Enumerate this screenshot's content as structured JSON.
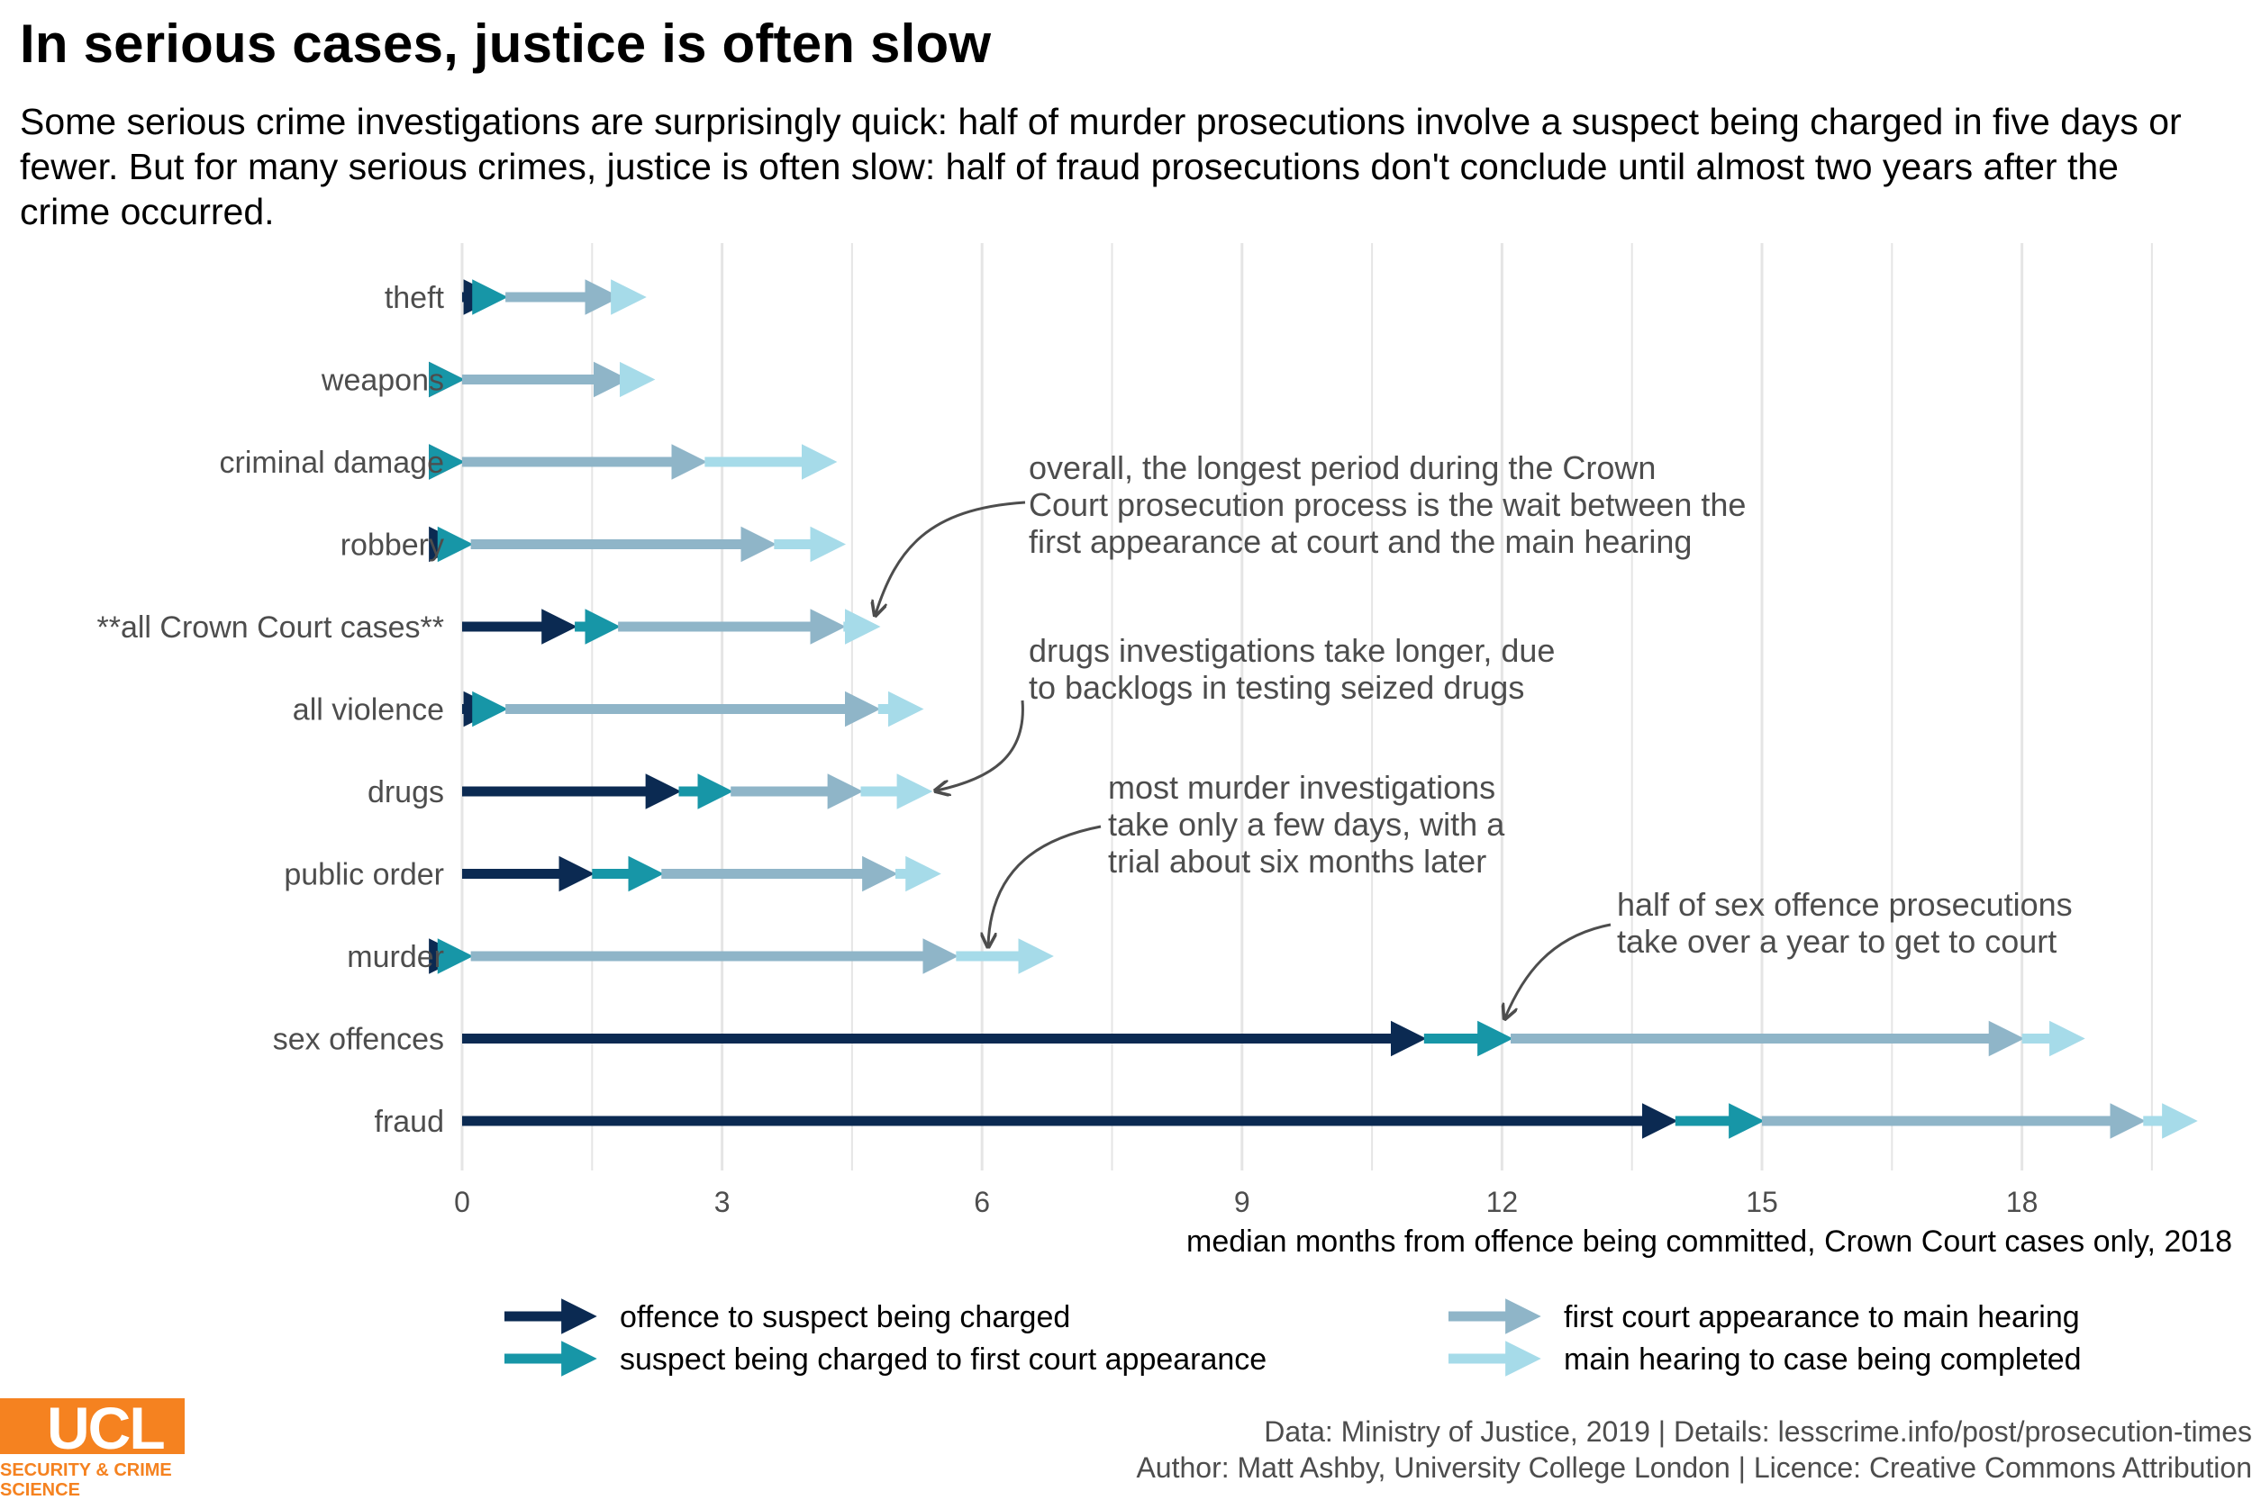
{
  "title": "In serious cases, justice is often slow",
  "subtitle": "Some serious crime investigations are surprisingly quick: half of murder prosecutions involve a suspect being charged in five days or fewer. But for many serious crimes, justice is often slow: half of fraud prosecutions don't conclude until almost two years after the crime occurred.",
  "colors": {
    "offence_to_charge": "#0b2a52",
    "charge_to_first_appearance": "#1796a7",
    "first_appearance_to_main_hearing": "#8fb5c8",
    "main_hearing_to_completion": "#a6dbe9",
    "grid": "#e5e5e5",
    "annotation": "#4d4d4d"
  },
  "chart_data": {
    "type": "arrow-range",
    "xlabel": "median months from offence being committed, Crown Court cases only, 2018",
    "ylabel": "",
    "xlim": [
      0,
      20
    ],
    "xticks": [
      0,
      3,
      6,
      9,
      12,
      15,
      18
    ],
    "grid": "vertical",
    "legend_position": "bottom",
    "stages": [
      "offence to suspect being charged",
      "suspect being charged to first court appearance",
      "first court appearance to main hearing",
      "main hearing to case being completed"
    ],
    "categories": [
      "theft",
      "weapons",
      "criminal damage",
      "robbery",
      "**all Crown Court cases**",
      "all violence",
      "drugs",
      "public order",
      "murder",
      "sex offences",
      "fraud"
    ],
    "cumulative_months": [
      {
        "category": "theft",
        "values": [
          0.4,
          0.5,
          1.8,
          2.1
        ]
      },
      {
        "category": "weapons",
        "values": [
          0.0,
          0.0,
          1.9,
          2.2
        ]
      },
      {
        "category": "criminal damage",
        "values": [
          0.0,
          0.0,
          2.8,
          4.3
        ]
      },
      {
        "category": "robbery",
        "values": [
          0.0,
          0.1,
          3.6,
          4.4
        ]
      },
      {
        "category": "**all Crown Court cases**",
        "values": [
          1.3,
          1.8,
          4.4,
          4.8
        ]
      },
      {
        "category": "all violence",
        "values": [
          0.4,
          0.5,
          4.8,
          5.3
        ]
      },
      {
        "category": "drugs",
        "values": [
          2.5,
          3.1,
          4.6,
          5.4
        ]
      },
      {
        "category": "public order",
        "values": [
          1.5,
          2.3,
          5.0,
          5.5
        ]
      },
      {
        "category": "murder",
        "values": [
          0.0,
          0.1,
          5.7,
          6.8
        ]
      },
      {
        "category": "sex offences",
        "values": [
          11.1,
          12.1,
          18.0,
          18.7
        ]
      },
      {
        "category": "fraud",
        "values": [
          14.0,
          15.0,
          19.4,
          20.0
        ]
      }
    ],
    "annotations": [
      {
        "text": [
          "overall, the longest period during the Crown",
          "Court prosecution process is the wait between the",
          "first appearance at court and the main hearing"
        ],
        "target_category": "**all Crown Court cases**",
        "target_x": 4.8
      },
      {
        "text": [
          "drugs investigations take longer, due",
          "to backlogs in testing seized drugs"
        ],
        "target_category": "drugs",
        "target_x": 5.5
      },
      {
        "text": [
          "most murder investigations",
          "take only a few days, with a",
          "trial about six months later"
        ],
        "target_category": "murder",
        "target_x": 6.0
      },
      {
        "text": [
          "half of sex offence prosecutions",
          "take over a year to get to court"
        ],
        "target_category": "sex offences",
        "target_x": 12.0
      }
    ]
  },
  "caption": {
    "line1": "Data: Ministry of Justice, 2019 |  Details: lesscrime.info/post/prosecution-times",
    "line2": "Author: Matt Ashby, University College London |  Licence: Creative Commons Attribution"
  },
  "logo": {
    "name": "UCL",
    "department": "SECURITY & CRIME SCIENCE"
  }
}
